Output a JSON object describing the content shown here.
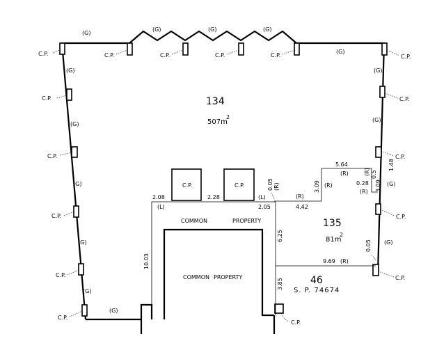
{
  "plan": {
    "lots": [
      {
        "id": "lot-134",
        "number": "134",
        "area": "507m",
        "area_sup": "2"
      },
      {
        "id": "lot-135",
        "number": "135",
        "area": "81m",
        "area_sup": "2"
      }
    ],
    "lot_46": {
      "number": "46",
      "sp": "S. P. 74674"
    },
    "common_property": {
      "upper_left": "COMMON",
      "upper_right": "PROPERTY",
      "lower_left": "COMMON",
      "lower_right": "PROPERTY"
    },
    "cp_label": "C.P.",
    "g_label": "(G)",
    "dimensions": {
      "d_208": "2.08",
      "d_228": "2.28",
      "d_205": "2.05",
      "d_005_top": "0.05",
      "d_442": "4.42",
      "d_309_left": "3.09",
      "d_564": "5.64",
      "d_309_right": "3.09",
      "d_028": "0.28",
      "d_05": "0.5",
      "d_148": "1.48",
      "d_625": "6.25",
      "d_1003": "10.03",
      "d_969": "9.69",
      "d_005_right": "0.05",
      "d_385": "3.85"
    },
    "markers": {
      "L": "(L)",
      "R": "(R)"
    }
  }
}
